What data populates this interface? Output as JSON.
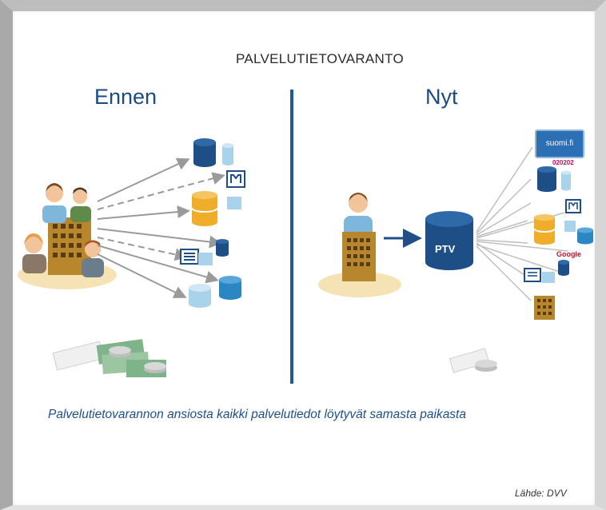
{
  "slide": {
    "title": "PALVELUTIETOVARANTO",
    "left_heading": "Ennen",
    "right_heading": "Nyt",
    "ptv_label": "PTV",
    "suomi_label": "suomi.fi",
    "phone_label": "020202",
    "google_label": "Google",
    "caption": "Palvelutietovarannon ansiosta kaikki palvelutiedot löytyvät samasta paikasta",
    "source": "Lähde: DVV"
  },
  "colors": {
    "accent": "#1a4a86",
    "divider": "#1f5a96",
    "db_dark": "#1d4f86",
    "db_light": "#a9d3ea",
    "db_gold": "#f0ad2a",
    "building": "#b8862c"
  }
}
